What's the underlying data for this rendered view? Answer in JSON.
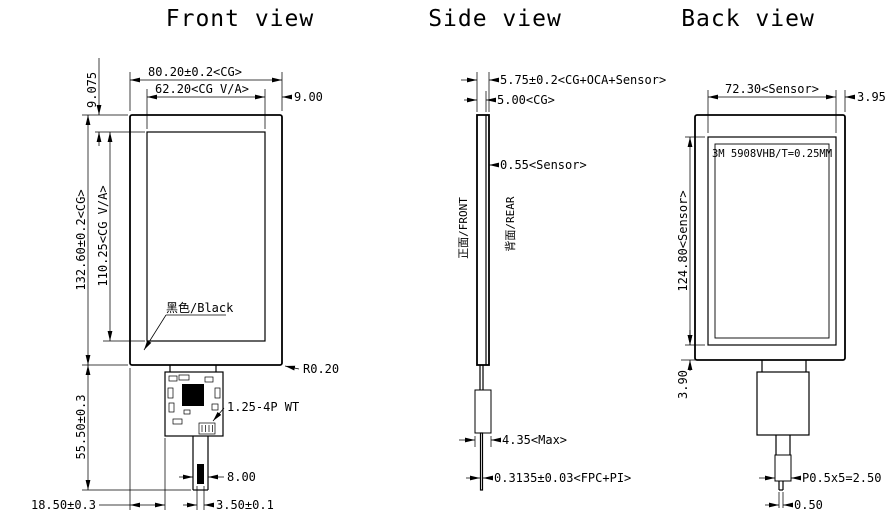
{
  "drawing": {
    "front": {
      "title": "Front view",
      "dims": {
        "cg_width": "80.20±0.2<CG>",
        "va_width": "62.20<CG V/A>",
        "edge_offset_right": "9.00",
        "edge_offset_top": "9.075",
        "cg_height": "132.60±0.2<CG>",
        "va_height": "110.25<CG V/A>",
        "bezel_color": "黑色/Black",
        "corner_radius": "R0.20",
        "tail_length": "55.50±0.3",
        "connector_type": "1.25-4P WT",
        "fpc_width": "8.00",
        "fpc_offset": "18.50±0.3",
        "connector_width": "3.50±0.1"
      }
    },
    "side": {
      "title": "Side view",
      "dims": {
        "total_thickness": "5.75±0.2<CG+OCA+Sensor>",
        "cg_thickness": "5.00<CG>",
        "sensor_thickness": "0.55<Sensor>",
        "front_face": "正面/FRONT",
        "rear_face": "背面/REAR",
        "max_thickness": "4.35<Max>",
        "fpc_thickness": "0.3135±0.03<FPC+PI>"
      }
    },
    "back": {
      "title": "Back view",
      "dims": {
        "sensor_width": "72.30<Sensor>",
        "edge_offset_right": "3.95",
        "adhesive": "3M 5908VHB/T=0.25MM",
        "sensor_height": "124.80<Sensor>",
        "edge_offset_bottom": "3.90",
        "pin_pitch": "P0.5x5=2.50",
        "tail_tip": "0.50"
      }
    },
    "colors": {
      "line": "#000000",
      "background": "#ffffff",
      "pcb_back_fill": "#c9c9c9"
    }
  }
}
